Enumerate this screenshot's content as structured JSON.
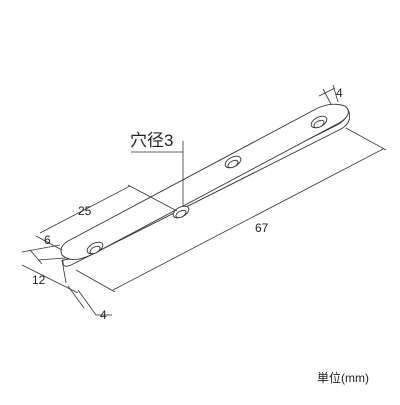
{
  "drawing": {
    "hole_note": "穴径3",
    "unit_label": "単位(mm)",
    "dimensions": {
      "thickness": "4",
      "hole_pitch": "25",
      "width": "6",
      "length": "67",
      "end_to_hole": "12",
      "end_offset": "4"
    }
  },
  "colors": {
    "line": "#333333",
    "plate_fill": "#ffffff",
    "text": "#222222"
  }
}
